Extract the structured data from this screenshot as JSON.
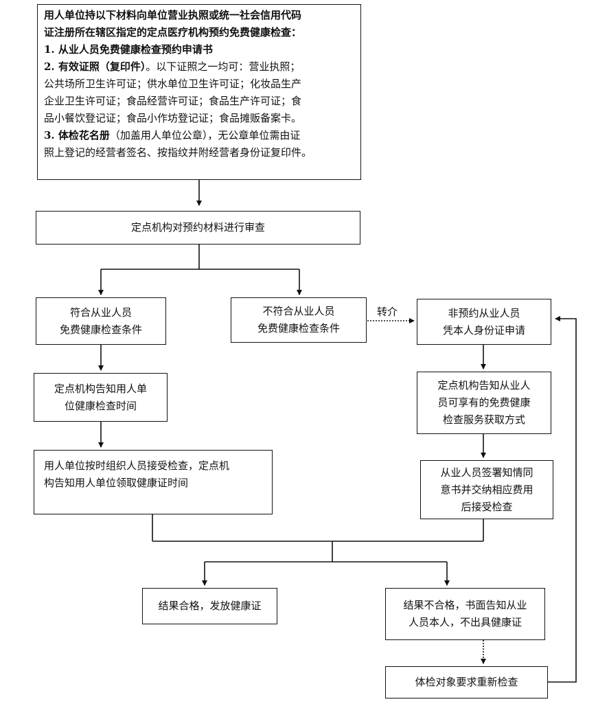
{
  "top_box": {
    "intro_1": "用人单位持以下材料向单位营业执照或统一社会信用代码",
    "intro_2": "证注册所在辖区指定的定点医疗机构预约免费健康检查：",
    "item1": "1. 从业人员免费健康检查预约申请书",
    "item2_title": "2. 有效证照（复印件）",
    "item2_rest": "。以下证照之一均可：营业执照；",
    "item2_line2": "公共场所卫生许可证；供水单位卫生许可证；化妆品生产",
    "item2_line3": "企业卫生许可证；食品经营许可证；食品生产许可证；食",
    "item2_line4": "品小餐饮登记证；食品小作坊登记证；食品摊贩备案卡。",
    "item3_title": "3. 体检花名册",
    "item3_rest": "（加盖用人单位公章），无公章单位需由证",
    "item3_line2": "照上登记的经营者签名、按指纹并附经营者身份证复印件。"
  },
  "review_box": {
    "text": "定点机构对预约材料进行审查"
  },
  "eligible_box": {
    "line1": "符合从业人员",
    "line2": "免费健康检查条件"
  },
  "ineligible_box": {
    "line1": "不符合从业人员",
    "line2": "免费健康检查条件"
  },
  "referral_label": "转介",
  "non_reserved_box": {
    "line1": "非预约从业人员",
    "line2": "凭本人身份证申请"
  },
  "notify_time_box": {
    "line1": "定点机构告知用人单",
    "line2": "位健康检查时间"
  },
  "notify_service_box": {
    "line1": "定点机构告知从业人",
    "line2": "员可享有的免费健康",
    "line3": "检查服务获取方式"
  },
  "organize_box": {
    "line1": "用人单位按时组织人员接受检查，定点机",
    "line2": "构告知用人单位领取健康证时间"
  },
  "consent_box": {
    "line1": "从业人员签署知情同",
    "line2": "意书并交纳相应费用",
    "line3": "后接受检查"
  },
  "pass_box": {
    "text": "结果合格，发放健康证"
  },
  "fail_box": {
    "line1": "结果不合格，书面告知从业",
    "line2": "人员本人，不出具健康证"
  },
  "recheck_box": {
    "text": "体检对象要求重新检查"
  }
}
